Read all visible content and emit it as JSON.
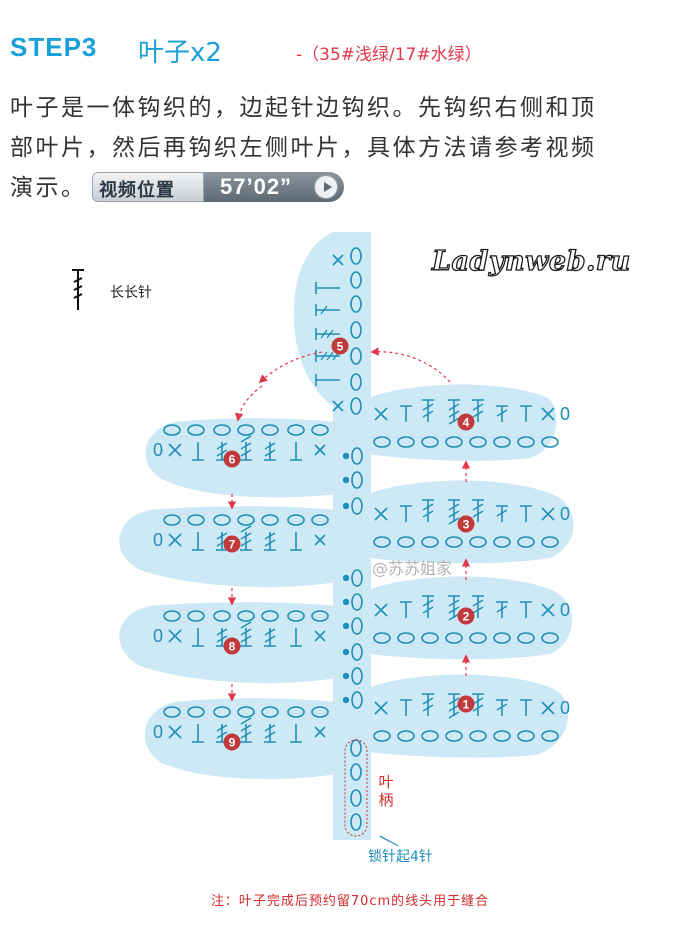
{
  "header": {
    "step": "STEP3",
    "title": "叶子x2",
    "yarn": "-（35#浅绿/17#水绿）"
  },
  "description": {
    "line1": "叶子是一体钩织的，边起针边钩织。先钩织右侧和顶",
    "line2": "部叶片，然后再钩织左侧叶片，具体方法请参考视频",
    "line3": "演示。"
  },
  "video": {
    "label": "视频位置",
    "time": "57’02”"
  },
  "watermark": "Ladynweb.ru",
  "legend": {
    "label": "长长针"
  },
  "weibo": "@苏苏姐家",
  "petiole_label": "叶柄",
  "chain_label": "锁针起4针",
  "note": "注：叶子完成后预约留70cm的线头用于缝合",
  "colors": {
    "leaf": "#cde9f5",
    "stitch": "#1f8fb8",
    "marker": "#c0393b",
    "arrow": "#e0374a",
    "accent": "#1aa0d6"
  },
  "steps": [
    "1",
    "2",
    "3",
    "4",
    "5",
    "6",
    "7",
    "8",
    "9"
  ]
}
